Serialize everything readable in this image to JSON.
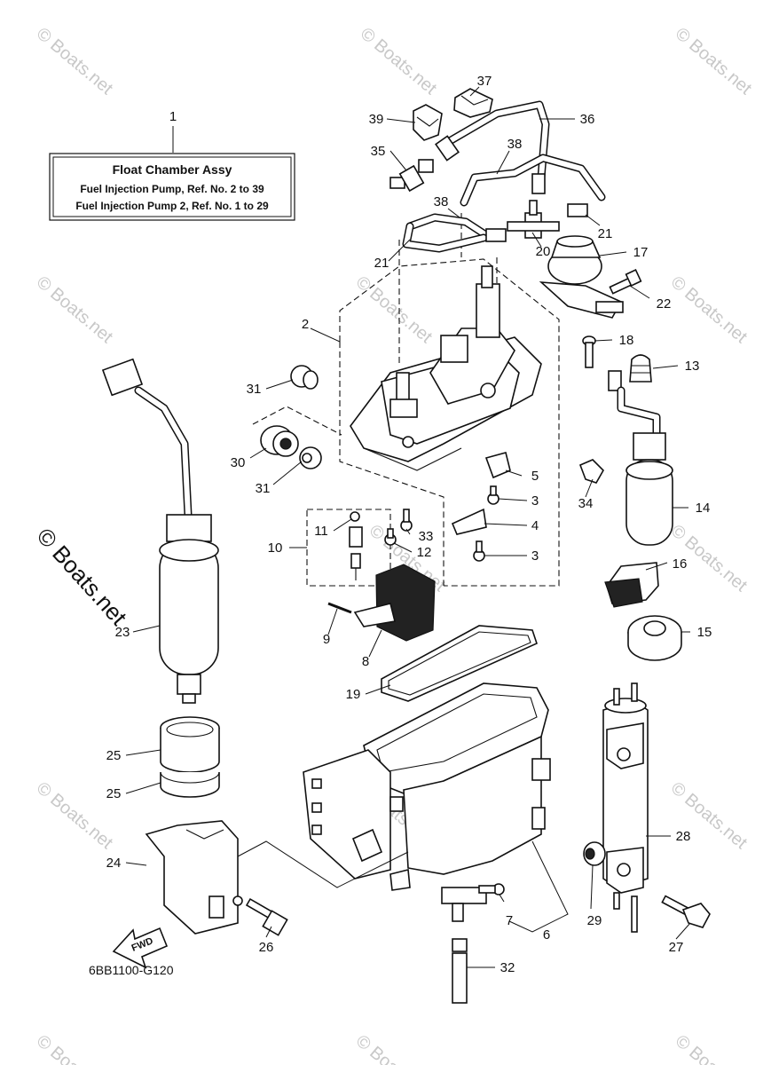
{
  "title_box": {
    "title": "Float Chamber Assy",
    "line1": "Fuel Injection Pump,   Ref. No. 2  to  39",
    "line2": "Fuel Injection Pump 2,  Ref. No. 1  to  29"
  },
  "callouts": [
    "1",
    "2",
    "3",
    "3",
    "4",
    "5",
    "6",
    "7",
    "8",
    "9",
    "10",
    "11",
    "12",
    "13",
    "14",
    "15",
    "16",
    "17",
    "18",
    "19",
    "20",
    "21",
    "21",
    "22",
    "23",
    "24",
    "25",
    "25",
    "26",
    "27",
    "28",
    "29",
    "30",
    "31",
    "31",
    "32",
    "33",
    "34",
    "35",
    "36",
    "37",
    "38",
    "38",
    "39"
  ],
  "ref_code": "6BB1100-G120",
  "fwd_label": "FWD",
  "watermark": "© Boats.net",
  "watermark_big": "© Boats.net"
}
